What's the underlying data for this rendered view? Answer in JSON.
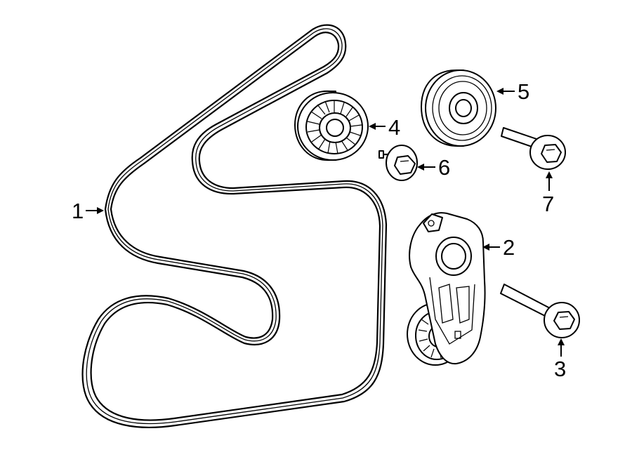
{
  "callouts": [
    {
      "id": "1",
      "text": "1"
    },
    {
      "id": "2",
      "text": "2"
    },
    {
      "id": "3",
      "text": "3"
    },
    {
      "id": "4",
      "text": "4"
    },
    {
      "id": "5",
      "text": "5"
    },
    {
      "id": "6",
      "text": "6"
    },
    {
      "id": "7",
      "text": "7"
    }
  ],
  "parts": {
    "1": "serpentine-belt",
    "2": "belt-tensioner",
    "3": "tensioner-bolt",
    "4": "idler-pulley",
    "5": "idler-pulley",
    "6": "pulley-bolt",
    "7": "pulley-bolt"
  },
  "colors": {
    "line": "#000000",
    "background": "#ffffff"
  }
}
